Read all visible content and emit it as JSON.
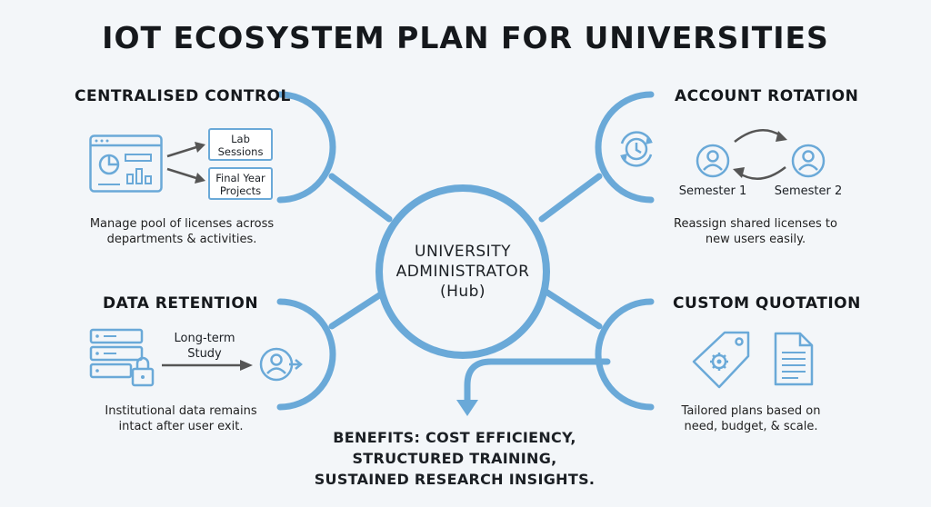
{
  "title": "IOT ECOSYSTEM PLAN FOR UNIVERSITIES",
  "hub": {
    "line1": "UNIVERSITY",
    "line2": "ADMINISTRATOR",
    "line3": "(Hub)"
  },
  "centralised": {
    "heading": "CENTRALISED CONTROL",
    "tag1": "Lab\nSessions",
    "tag2": "Final Year\nProjects",
    "desc": "Manage pool of licenses across\ndepartments & activities."
  },
  "rotation": {
    "heading": "ACCOUNT ROTATION",
    "label1": "Semester 1",
    "label2": "Semester 2",
    "desc": "Reassign shared licenses to\nnew users easily."
  },
  "retention": {
    "heading": "DATA RETENTION",
    "arrow_label": "Long-term\nStudy",
    "desc": "Institutional data remains\nintact after user exit."
  },
  "quotation": {
    "heading": "CUSTOM QUOTATION",
    "desc": "Tailored plans based on\nneed, budget, & scale."
  },
  "benefits": "BENEFITS: COST EFFICIENCY,\nSTRUCTURED TRAINING,\nSUSTAINED RESEARCH INSIGHTS.",
  "colors": {
    "accent": "#6aa9d8",
    "text": "#1b1f24",
    "background": "#f3f6f9"
  }
}
